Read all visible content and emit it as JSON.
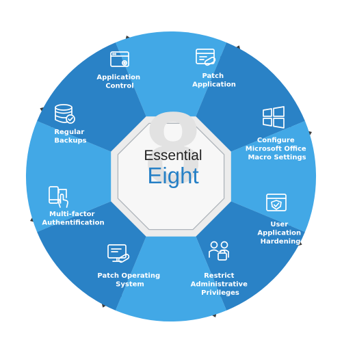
{
  "center": {
    "line1": "Essential",
    "line2": "Eight",
    "watermark": "8"
  },
  "segments": [
    {
      "lines": [
        "Application",
        "Control"
      ],
      "icon": "app-window-gear-icon"
    },
    {
      "lines": [
        "Patch",
        "Application"
      ],
      "icon": "patch-window-icon"
    },
    {
      "lines": [
        "Configure",
        "Microsoft Office",
        "Macro Settings"
      ],
      "icon": "windows-logo-icon"
    },
    {
      "lines": [
        "User",
        "Application",
        "Hardening"
      ],
      "icon": "shield-window-icon"
    },
    {
      "lines": [
        "Restrict",
        "Administrative",
        "Privileges"
      ],
      "icon": "users-lock-icon"
    },
    {
      "lines": [
        "Patch Operating",
        "System"
      ],
      "icon": "monitor-patch-icon"
    },
    {
      "lines": [
        "Multi-factor",
        "Authentification"
      ],
      "icon": "devices-touch-icon"
    },
    {
      "lines": [
        "Regular",
        "Backups"
      ],
      "icon": "database-check-icon"
    }
  ],
  "colors": {
    "segment_light": "#42a8e6",
    "segment_dark": "#2a82c6",
    "tab": "#3b3b3b",
    "octagon": "#ececec",
    "title_dark": "#222222",
    "title_accent": "#2680c6"
  }
}
